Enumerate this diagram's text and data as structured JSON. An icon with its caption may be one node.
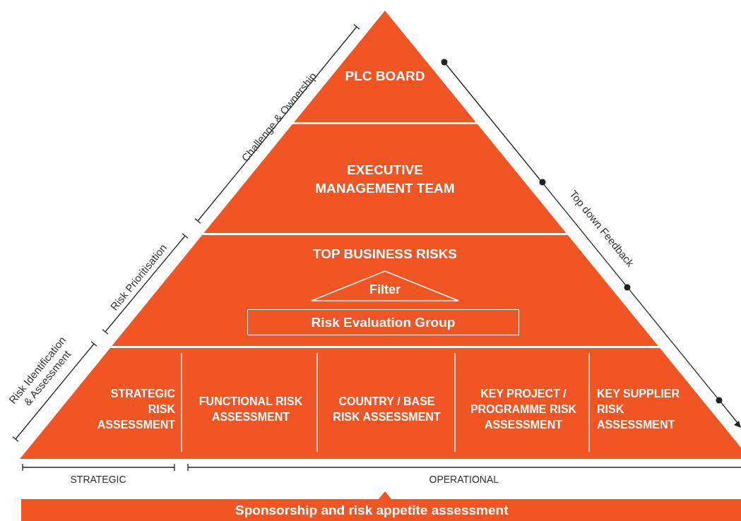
{
  "diagram": {
    "nodes": [
      {
        "text": [
          "PLC BOARD"
        ]
      },
      {
        "text": [
          "EXECUTIVE MANAGEMENT TEAM"
        ]
      },
      {
        "text": [
          "TOP BUSINESS RISKS"
        ]
      },
      {
        "text": [
          "Filter"
        ],
        "in": 2
      },
      {
        "text": [
          "Risk Evaluation Group"
        ],
        "in": 2
      },
      {
        "text": [
          "STRATEGIC RISK ASSESSMENT"
        ]
      },
      {
        "text": [
          "FUNCTIONAL RISK ASSESSMENT"
        ]
      },
      {
        "text": [
          "COUNTRY / BASE RISK ASSESSMENT"
        ]
      },
      {
        "text": [
          "KEY PROJECT / PROGRAMME RISK ASSESSMENT"
        ]
      },
      {
        "text": [
          "KEY SUPPLIER RISK ASSESSMENT"
        ]
      },
      {
        "text": [
          "Sponsorship and risk appetite assessment"
        ]
      }
    ],
    "labels": [
      "Challenge & Ownership",
      "Top down Feedback",
      "Risk Prioritisation",
      "Risk Identification & Assessment",
      "STRATEGIC",
      "OPERATIONAL"
    ]
  }
}
